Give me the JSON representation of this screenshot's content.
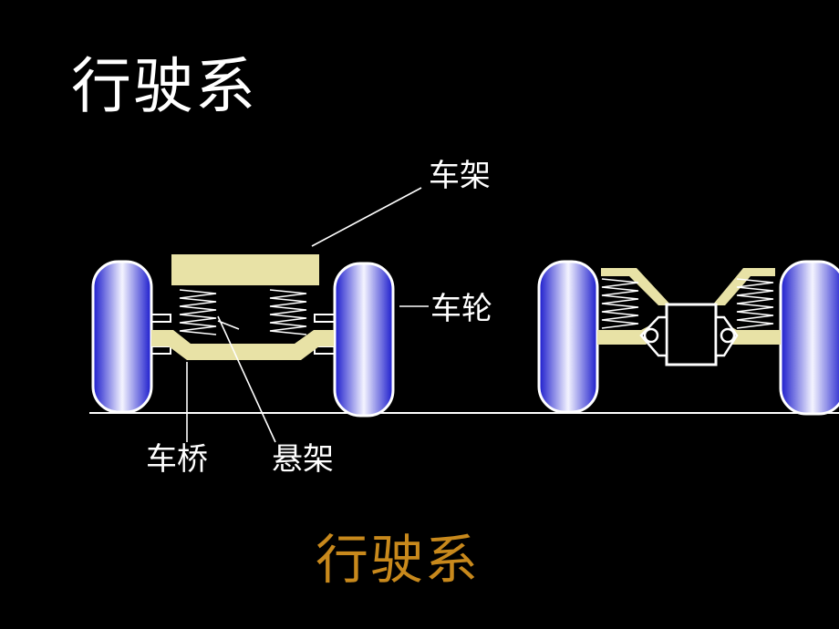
{
  "slide": {
    "title": "行驶系",
    "caption": "行驶系"
  },
  "diagram": {
    "labels": {
      "frame": "车架",
      "wheel": "车轮",
      "axle": "车桥",
      "suspension": "悬架"
    }
  },
  "colors": {
    "background": "#000000",
    "text": "#ffffff",
    "caption": "#c8891c",
    "frame_fill": "#e8e2a6",
    "wheel_edge": "#1a1acc",
    "wheel_center": "#f4f4ff",
    "line": "#ffffff"
  }
}
